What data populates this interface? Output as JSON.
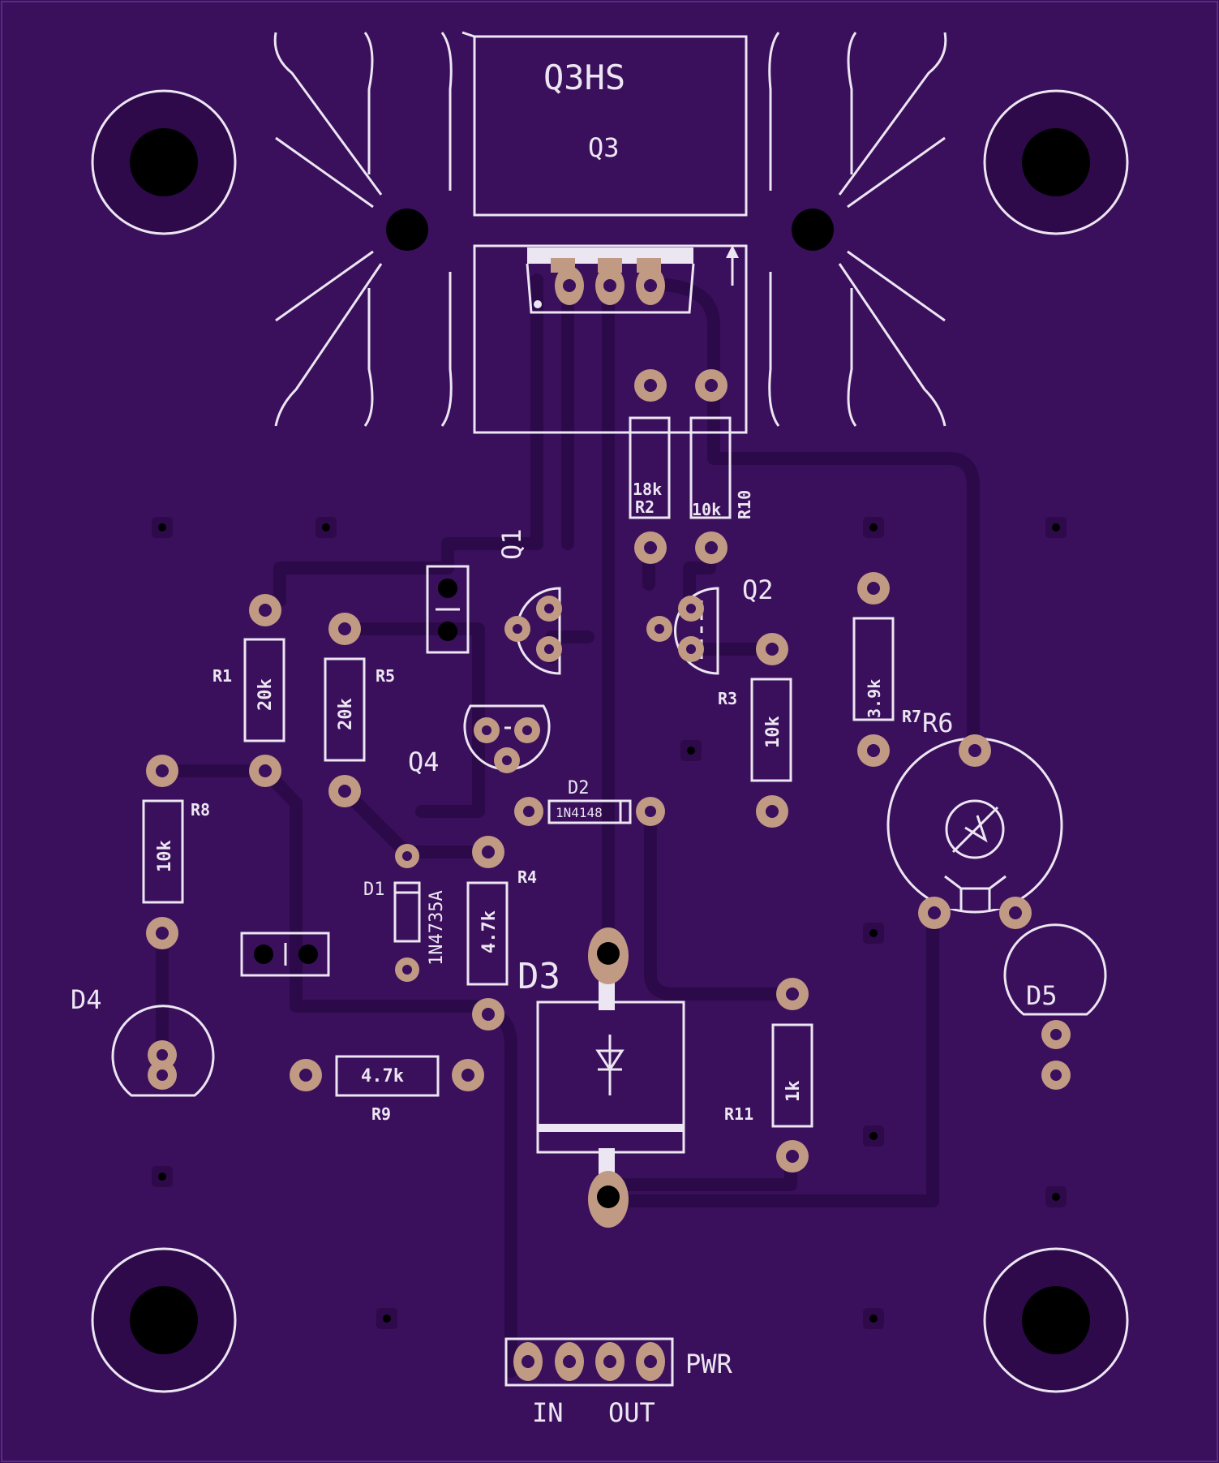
{
  "board": {
    "background": "#3a0f5c",
    "copper_color": "#c19a84",
    "silk_color": "#ece6f2",
    "trace_color": "#2c0a49"
  },
  "labels": {
    "q3hs": "Q3HS",
    "q3": "Q3",
    "q1": "Q1",
    "q2": "Q2",
    "q4": "Q4",
    "r1": "R1",
    "r1_val": "20k",
    "r2": "R2",
    "r2_val": "18k",
    "r3": "R3",
    "r3_val": "10k",
    "r4": "R4",
    "r4_val": "4.7k",
    "r5": "R5",
    "r5_val": "20k",
    "r6": "R6",
    "r7": "R7",
    "r7_val": "3.9k",
    "r8": "R8",
    "r8_val": "10k",
    "r9": "R9",
    "r9_val": "4.7k",
    "r10": "R10",
    "r10_val": "10k",
    "r11": "R11",
    "r11_val": "1k",
    "d1": "D1",
    "d1_val": "1N4735A",
    "d2": "D2",
    "d2_val": "1N4148",
    "d3": "D3",
    "d4": "D4",
    "d5": "D5",
    "pwr": "PWR",
    "in": "IN",
    "out": "OUT"
  }
}
